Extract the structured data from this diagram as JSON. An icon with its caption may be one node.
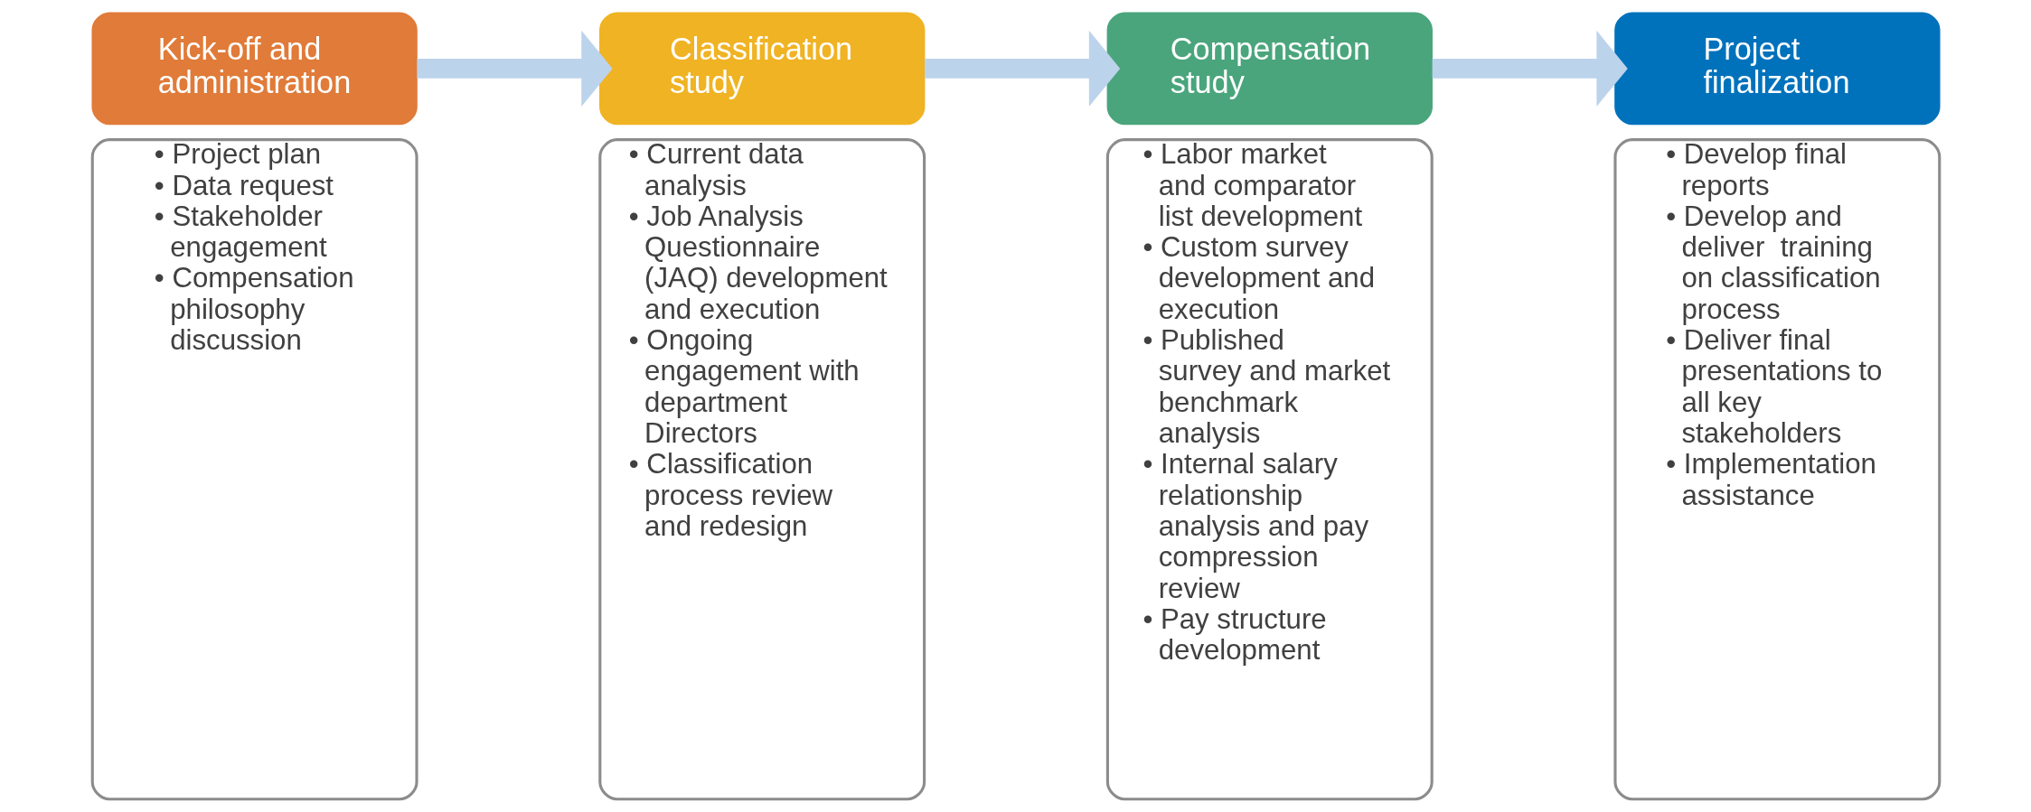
{
  "diagram": {
    "nodes": [
      {
        "text": [
          "Kick-off and administration"
        ]
      },
      {
        "text": [
          "• Project plan",
          "• Data request",
          "• Stakeholder engagement",
          "• Compensation philosophy discussion"
        ]
      },
      {
        "text": [
          "Classification study"
        ]
      },
      {
        "text": [
          "• Current data analysis",
          "• Job Analysis Questionnaire (JAQ) development and execution",
          "• Ongoing engagement with department Directors",
          "• Classification process review and redesign"
        ]
      },
      {
        "text": [
          "Compensation study"
        ]
      },
      {
        "text": [
          "• Labor market and comparator list development",
          "• Custom survey development and execution",
          "• Published survey and market benchmark analysis",
          "• Internal salary relationship analysis and pay compression review",
          "• Pay structure development"
        ]
      },
      {
        "text": [
          "Project finalization"
        ]
      },
      {
        "text": [
          "• Develop final reports",
          "• Develop and deliver  training on classification process",
          "• Deliver final presentations to all key stakeholders",
          "• Implementation assistance"
        ]
      }
    ],
    "edges": [
      {
        "from": 0,
        "to": 2,
        "arrow": "to"
      },
      {
        "from": 2,
        "to": 4,
        "arrow": "to"
      },
      {
        "from": 4,
        "to": 6,
        "arrow": "to"
      }
    ]
  }
}
